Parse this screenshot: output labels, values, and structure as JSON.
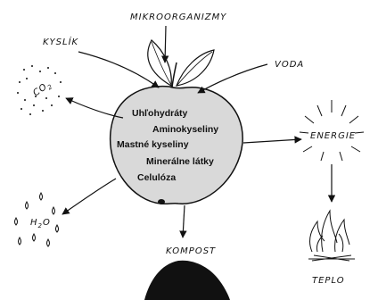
{
  "labels": {
    "microorganisms": "MIKROORGANIZMY",
    "oxygen": "KYSLÍK",
    "water": "VODA",
    "co2": "CO",
    "co2_sub": "2",
    "energy": "ENERGIE",
    "h2o": "H",
    "h2o_sub": "2",
    "h2o_o": "O",
    "compost": "KOMPOST",
    "heat": "TEPLO"
  },
  "apple": {
    "items": [
      "Uhľohydráty",
      "Aminokyseliny",
      "Mastné kyseliny",
      "Minerálne látky",
      "Celulóza"
    ]
  },
  "colors": {
    "apple_fill": "#d9d9d9",
    "ink": "#111111"
  }
}
